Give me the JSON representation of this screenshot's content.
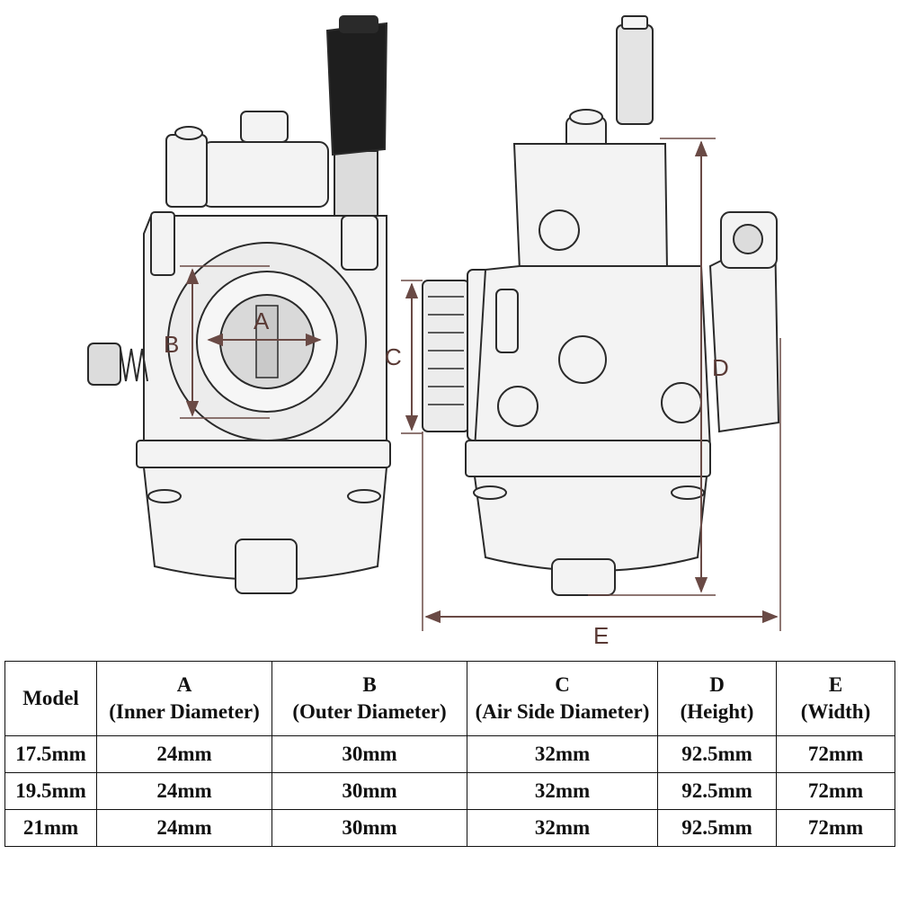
{
  "dimensions": {
    "a": "A",
    "b": "B",
    "c": "C",
    "d": "D",
    "e": "E"
  },
  "colors": {
    "dimension_line": "#6a4a45",
    "outline": "#2a2a2a",
    "body_fill": "#f3f3f3",
    "shade": "#c9c9c9",
    "dark_part": "#1e1e1e"
  },
  "table": {
    "headers": [
      {
        "letter": "Model",
        "desc": ""
      },
      {
        "letter": "A",
        "desc": "(Inner Diameter)"
      },
      {
        "letter": "B",
        "desc": "(Outer Diameter)"
      },
      {
        "letter": "C",
        "desc": "(Air Side Diameter)"
      },
      {
        "letter": "D",
        "desc": "(Height)"
      },
      {
        "letter": "E",
        "desc": "(Width)"
      }
    ],
    "rows": [
      [
        "17.5mm",
        "24mm",
        "30mm",
        "32mm",
        "92.5mm",
        "72mm"
      ],
      [
        "19.5mm",
        "24mm",
        "30mm",
        "32mm",
        "92.5mm",
        "72mm"
      ],
      [
        "21mm",
        "24mm",
        "30mm",
        "32mm",
        "92.5mm",
        "72mm"
      ]
    ]
  }
}
